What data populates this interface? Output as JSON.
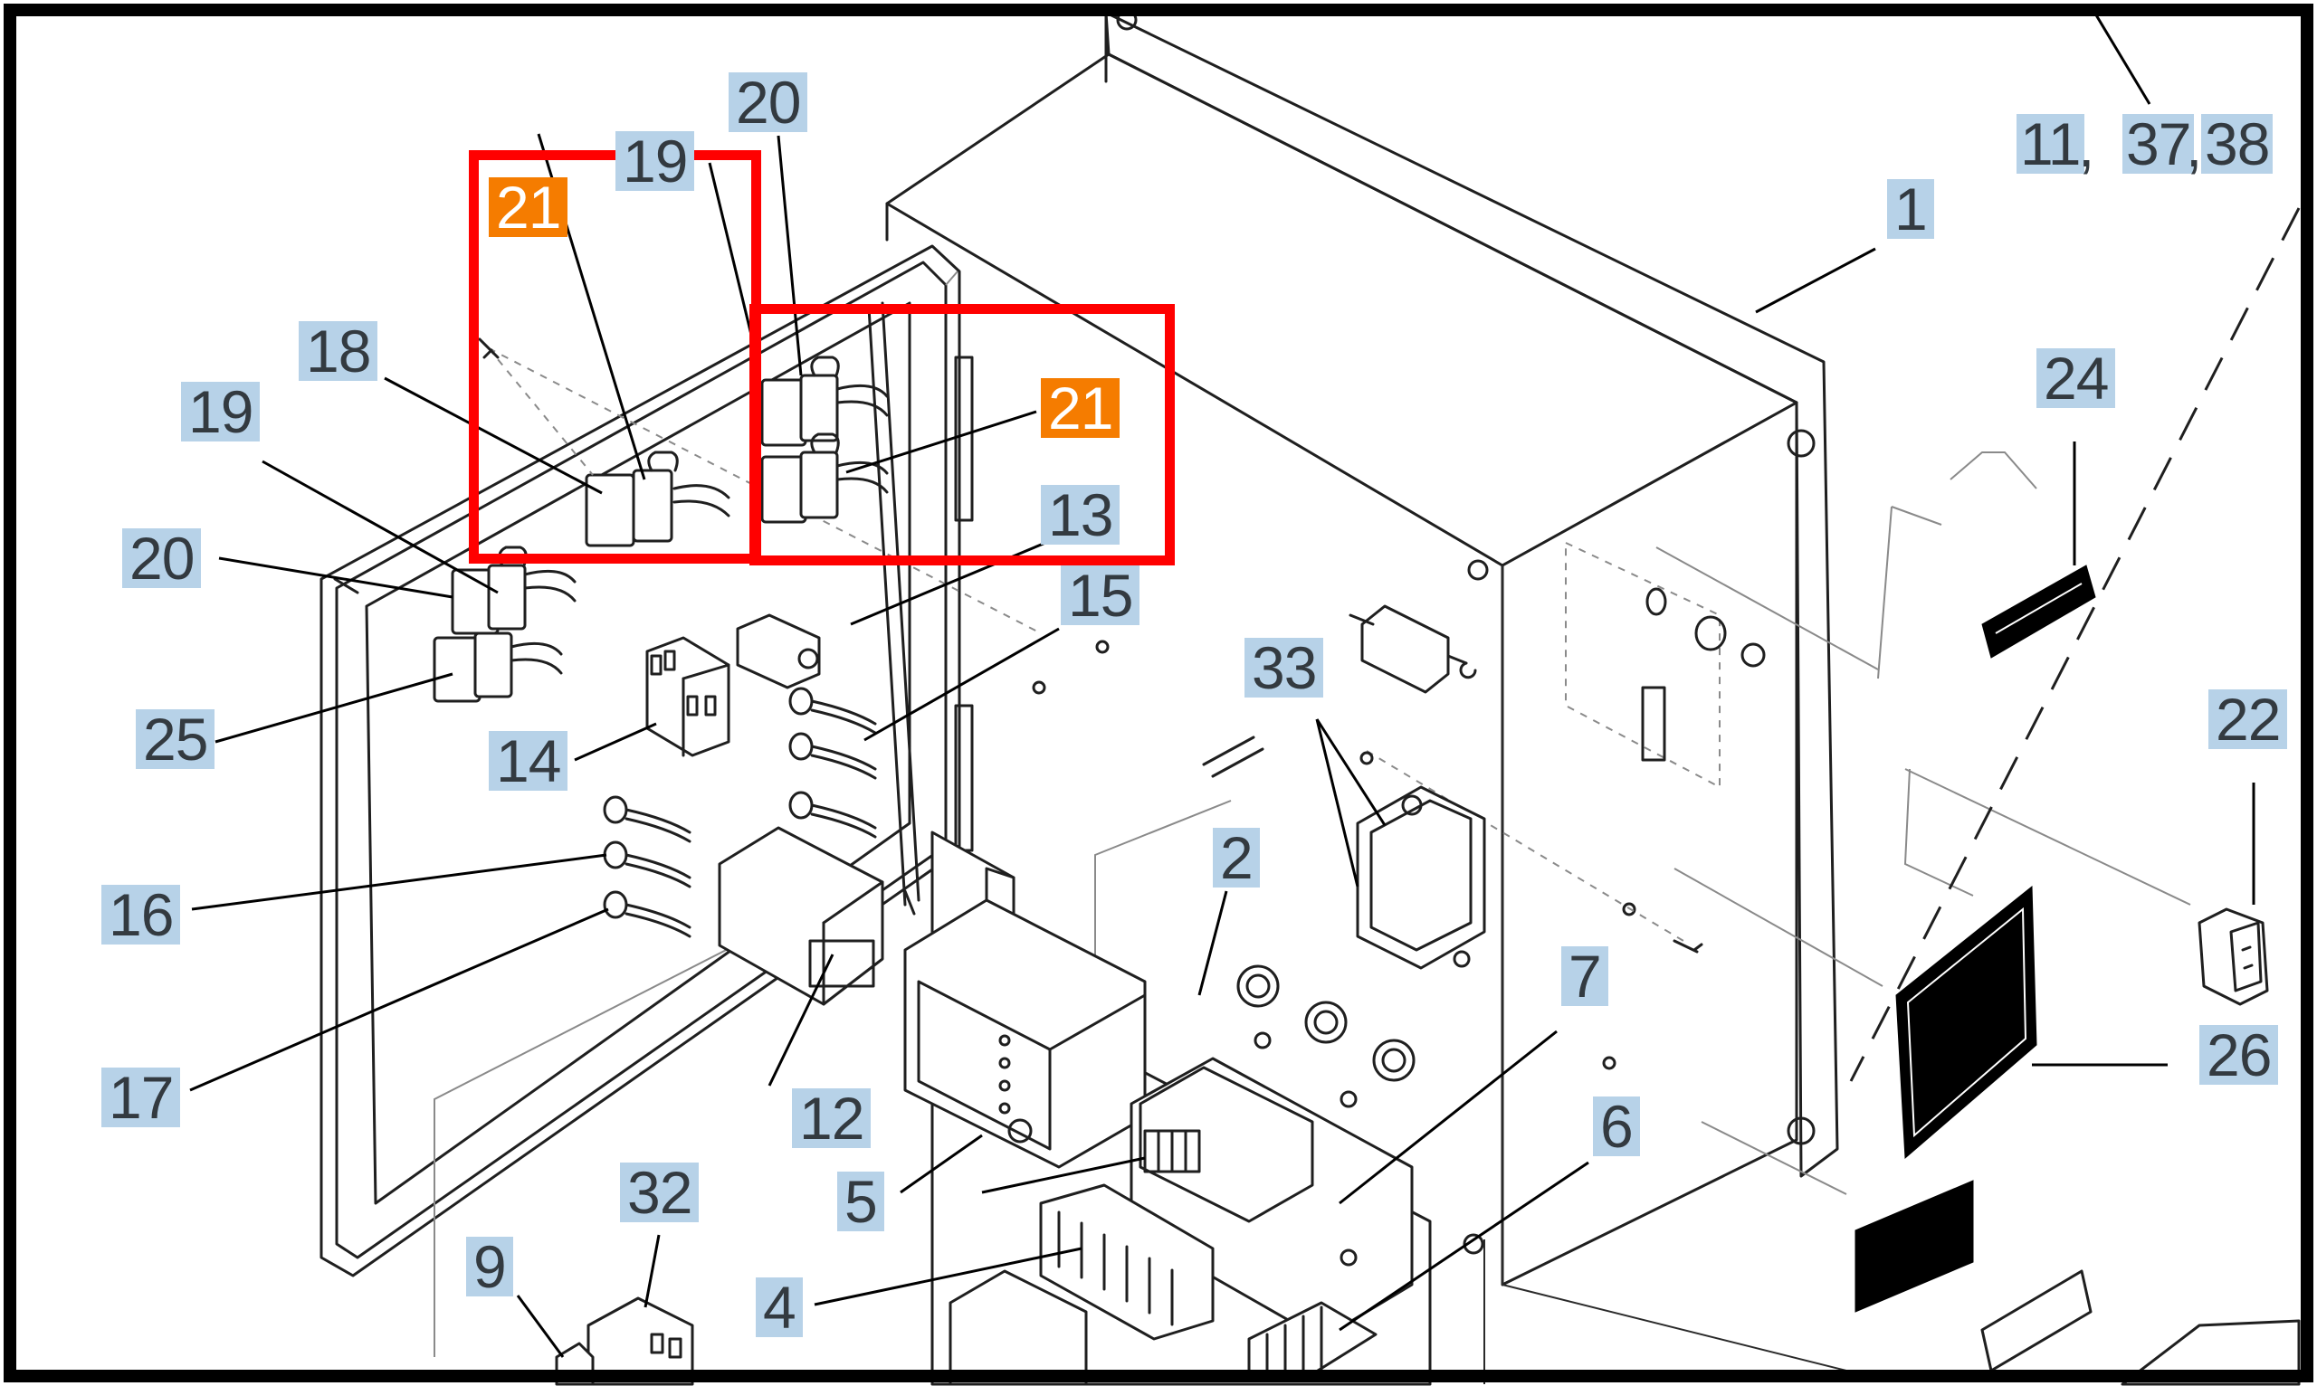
{
  "diagram": {
    "callouts": {
      "c1": "1",
      "c2": "2",
      "c4": "4",
      "c5": "5",
      "c6": "6",
      "c7": "7",
      "c9": "9",
      "c12": "12",
      "c13": "13",
      "c14": "14",
      "c15": "15",
      "c16": "16",
      "c17": "17",
      "c18": "18",
      "c19a": "19",
      "c19b": "19",
      "c20a": "20",
      "c20b": "20",
      "c21a": "21",
      "c21b": "21",
      "c22": "22",
      "c24": "24",
      "c25": "25",
      "c26": "26",
      "c32": "32",
      "c33": "33",
      "c11": "11",
      "c37": "37",
      "c38": "38",
      "sep1": ",",
      "sep2": ","
    },
    "highlighted_part": "21",
    "colors": {
      "callout_bg": "#b7d2e8",
      "callout_text": "#333a40",
      "highlight_bg": "#f57c00",
      "highlight_text": "#ffffff",
      "highlight_box": "#ff0000",
      "frame": "#000000"
    }
  }
}
